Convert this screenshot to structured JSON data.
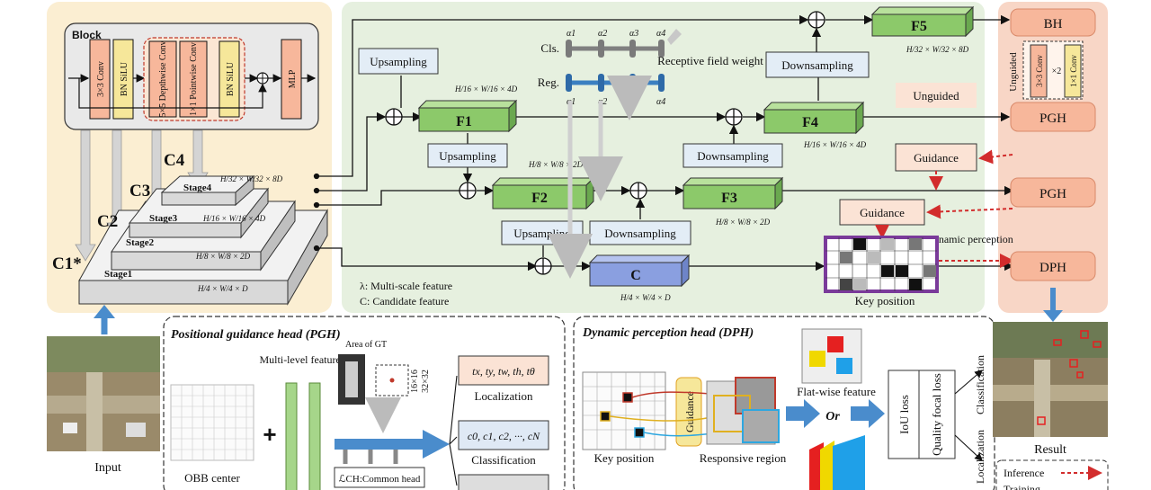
{
  "block": {
    "title": "Block",
    "conv3": "3×3 Conv",
    "bn1": "BN SiLU",
    "dw": "5×5 Depthwise Conv",
    "pw": "1×1 Pointwise Conv",
    "bn2": "BN SiLU",
    "plus": "⊕",
    "mlp": "MLP"
  },
  "backbone": {
    "c1": "C1*",
    "c2": "C2",
    "c3": "C3",
    "c4": "C4",
    "stage1": "Stage1",
    "stage2": "Stage2",
    "stage3": "Stage3",
    "stage4": "Stage4",
    "dim1": "H/4 × W/4 × D",
    "dim2": "H/8 × W/8 × 2D",
    "dim3": "H/16 × W/16 × 4D",
    "dim4": "H/32 × W/32 × 8D"
  },
  "neck": {
    "f1": "F1",
    "f2": "F2",
    "f3": "F3",
    "f4": "F4",
    "f5": "F5",
    "c": "C",
    "upsampling": "Upsampling",
    "downsampling": "Downsampling",
    "cls": "Cls.",
    "reg": "Reg.",
    "alpha": [
      "α1",
      "α2",
      "α3",
      "α4"
    ],
    "rf_weight": "Receptive field weight",
    "f1_dim": "H/16 × W/16 × 4D",
    "f2_dim": "H/8 × W/8 × 2D",
    "f3_dim": "H/8 × W/8 × 2D",
    "f4_dim": "H/16 × W/16 × 4D",
    "f5_dim": "H/32 × W/32 × 8D",
    "c_dim": "H/4 × W/4 × D",
    "legend_lambda": "λ: Multi-scale feature",
    "legend_c": "C: Candidate feature",
    "unguided": "Unguided",
    "guidance": "Guidance",
    "dynamic_perception": "Dynamic perception",
    "key_position": "Key position"
  },
  "heads": {
    "bh": "BH",
    "pgh": "PGH",
    "dph": "DPH",
    "unguided": "Unguided",
    "conv3": "3×3 Conv",
    "times2": "×2",
    "conv1": "1×1 Conv"
  },
  "bottom": {
    "input": "Input",
    "pgh_title": "Positional guidance head (PGH)",
    "area_gt": "Area of GT",
    "multi_level": "Multi-level features",
    "gt_size1": "16×16",
    "gt_size2": "32×32",
    "obb_center": "OBB center",
    "common_head": "ℒCH:Common head",
    "loc_formula": "tx, ty, tw, th, tθ",
    "localization": "Localization",
    "cls_formula": "c0, c1, c2, ···, cN",
    "classification": "Classification",
    "dph_title": "Dynamic perception head (DPH)",
    "key_position": "Key position",
    "guidance": "Guidance",
    "responsive_region": "Responsive region",
    "flat_feature": "Flat-wise feature",
    "or": "Or",
    "iou_loss": "IoU loss",
    "quality_focal": "Quality focal loss",
    "cls_side": "Classification",
    "loc_side": "Localization",
    "result": "Result",
    "inference": "Inference",
    "training": "Training"
  },
  "colors": {
    "backbone_bg": "#fbeed2",
    "neck_bg": "#e6f0df",
    "heads_bg": "#f8d6c6",
    "feature_green": "#8cc96a",
    "candidate_blue": "#8a9fe0",
    "head_box": "#f7b79b",
    "arrow_blue": "#4a8ccc",
    "dashed_red": "#d22c2c",
    "key_border": "#7a3a9a"
  }
}
